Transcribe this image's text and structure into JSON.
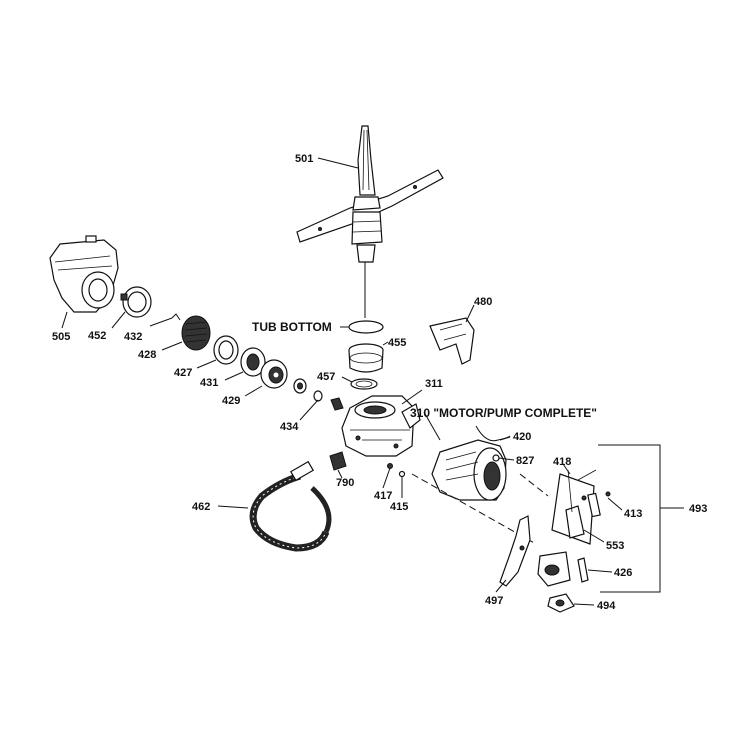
{
  "labels": {
    "p501": "501",
    "p505": "505",
    "p452": "452",
    "p432": "432",
    "p428": "428",
    "p427": "427",
    "p431": "431",
    "p429": "429",
    "tub_bottom": "TUB BOTTOM",
    "p455": "455",
    "p457": "457",
    "p480": "480",
    "p311": "311",
    "p310": "310 \"MOTOR/PUMP COMPLETE\"",
    "p434": "434",
    "p420": "420",
    "p827": "827",
    "p418": "418",
    "p790": "790",
    "p413": "413",
    "p493": "493",
    "p417": "417",
    "p415": "415",
    "p462": "462",
    "p553": "553",
    "p426": "426",
    "p497": "497",
    "p494": "494"
  }
}
